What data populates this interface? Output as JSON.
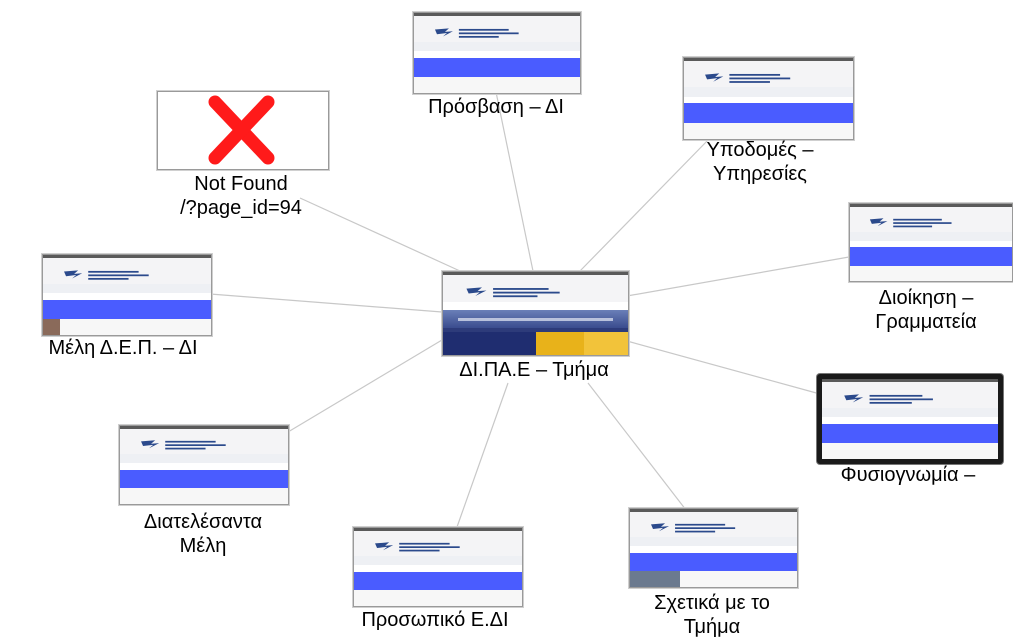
{
  "graph": {
    "center": {
      "label": "ΔΙ.ΠΑ.Ε – Τμήμα"
    },
    "nodes": [
      {
        "id": "prosvasi",
        "lines": [
          "Πρόσβαση – ΔΙ"
        ]
      },
      {
        "id": "ypodomes",
        "lines": [
          "Υποδομές –",
          "Υπηρεσίες"
        ]
      },
      {
        "id": "dioikisi",
        "lines": [
          "Διοίκηση –",
          "Γραμματεία"
        ]
      },
      {
        "id": "fysiognomia",
        "lines": [
          "Φυσιογνωμία –"
        ],
        "selected": true
      },
      {
        "id": "sxetika",
        "lines": [
          "Σχετικά με το",
          "Τμήμα"
        ]
      },
      {
        "id": "prosopiko",
        "lines": [
          "Προσωπικό Ε.ΔΙ"
        ]
      },
      {
        "id": "diatelesanta",
        "lines": [
          "Διατελέσαντα",
          "Μέλη"
        ]
      },
      {
        "id": "meli",
        "lines": [
          "Μέλη Δ.Ε.Π. – ΔΙ"
        ]
      },
      {
        "id": "notfound",
        "lines": [
          "Not Found",
          "/?page_id=94"
        ],
        "status": "not-found"
      }
    ]
  },
  "colors": {
    "edge": "#c8c8c8",
    "thumb_band": "#4a5cff",
    "error_x": "#ff1a1a"
  }
}
